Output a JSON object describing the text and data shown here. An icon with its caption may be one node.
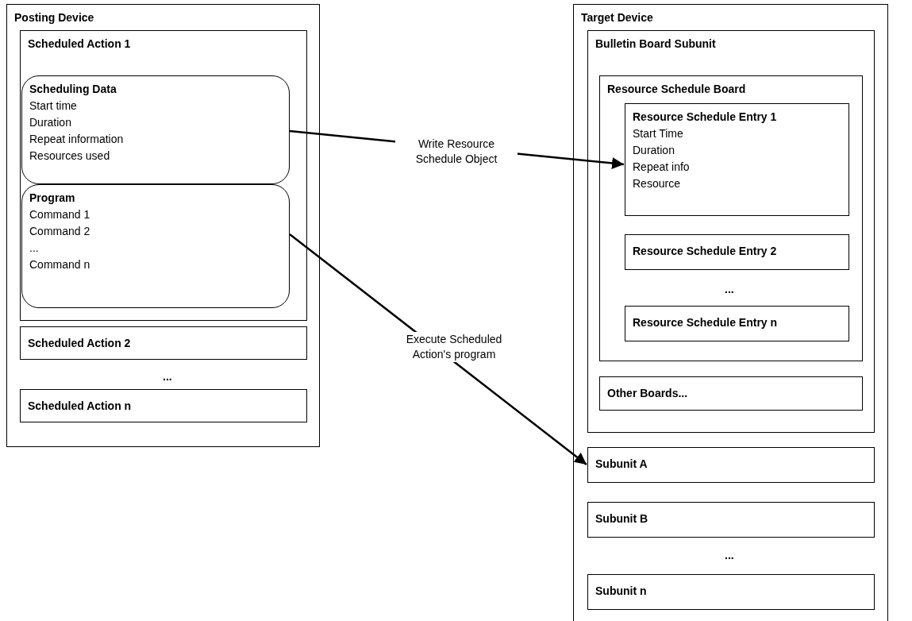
{
  "diagram": {
    "nodes": [
      {
        "text": [
          "Posting Device"
        ]
      },
      {
        "text": [
          "Scheduled Action 1"
        ],
        "in": 0
      },
      {
        "text": [
          "Scheduling Data",
          "Start time",
          "Duration",
          "Repeat information",
          "Resources used"
        ],
        "in": 1
      },
      {
        "text": [
          "Program",
          "Command 1",
          "Command 2",
          "...",
          "Command n"
        ],
        "in": 1
      },
      {
        "text": [
          "Scheduled Action 2"
        ],
        "in": 0
      },
      {
        "text": [
          "Scheduled Action n"
        ],
        "in": 0
      },
      {
        "text": [
          "Target Device"
        ]
      },
      {
        "text": [
          "Bulletin Board Subunit"
        ],
        "in": 6
      },
      {
        "text": [
          "Resource Schedule Board"
        ],
        "in": 7
      },
      {
        "text": [
          "Resource Schedule Entry 1",
          "Start Time",
          "Duration",
          "Repeat info",
          "Resource"
        ],
        "in": 8
      },
      {
        "text": [
          "Resource Schedule Entry 2"
        ],
        "in": 8
      },
      {
        "text": [
          "Resource Schedule Entry n"
        ],
        "in": 8
      },
      {
        "text": [
          "Other Boards..."
        ],
        "in": 7
      },
      {
        "text": [
          "Subunit A"
        ],
        "in": 6
      },
      {
        "text": [
          "Subunit B"
        ],
        "in": 6
      },
      {
        "text": [
          "Subunit n"
        ],
        "in": 6
      }
    ],
    "edges": [
      {
        "from": 2,
        "to": 9,
        "arrow": "to",
        "label": "Write Resource Schedule Object"
      },
      {
        "from": 3,
        "to": 13,
        "arrow": "to",
        "label": "Execute Scheduled Action's program"
      }
    ],
    "labels": [
      "...",
      "...",
      "..."
    ]
  }
}
